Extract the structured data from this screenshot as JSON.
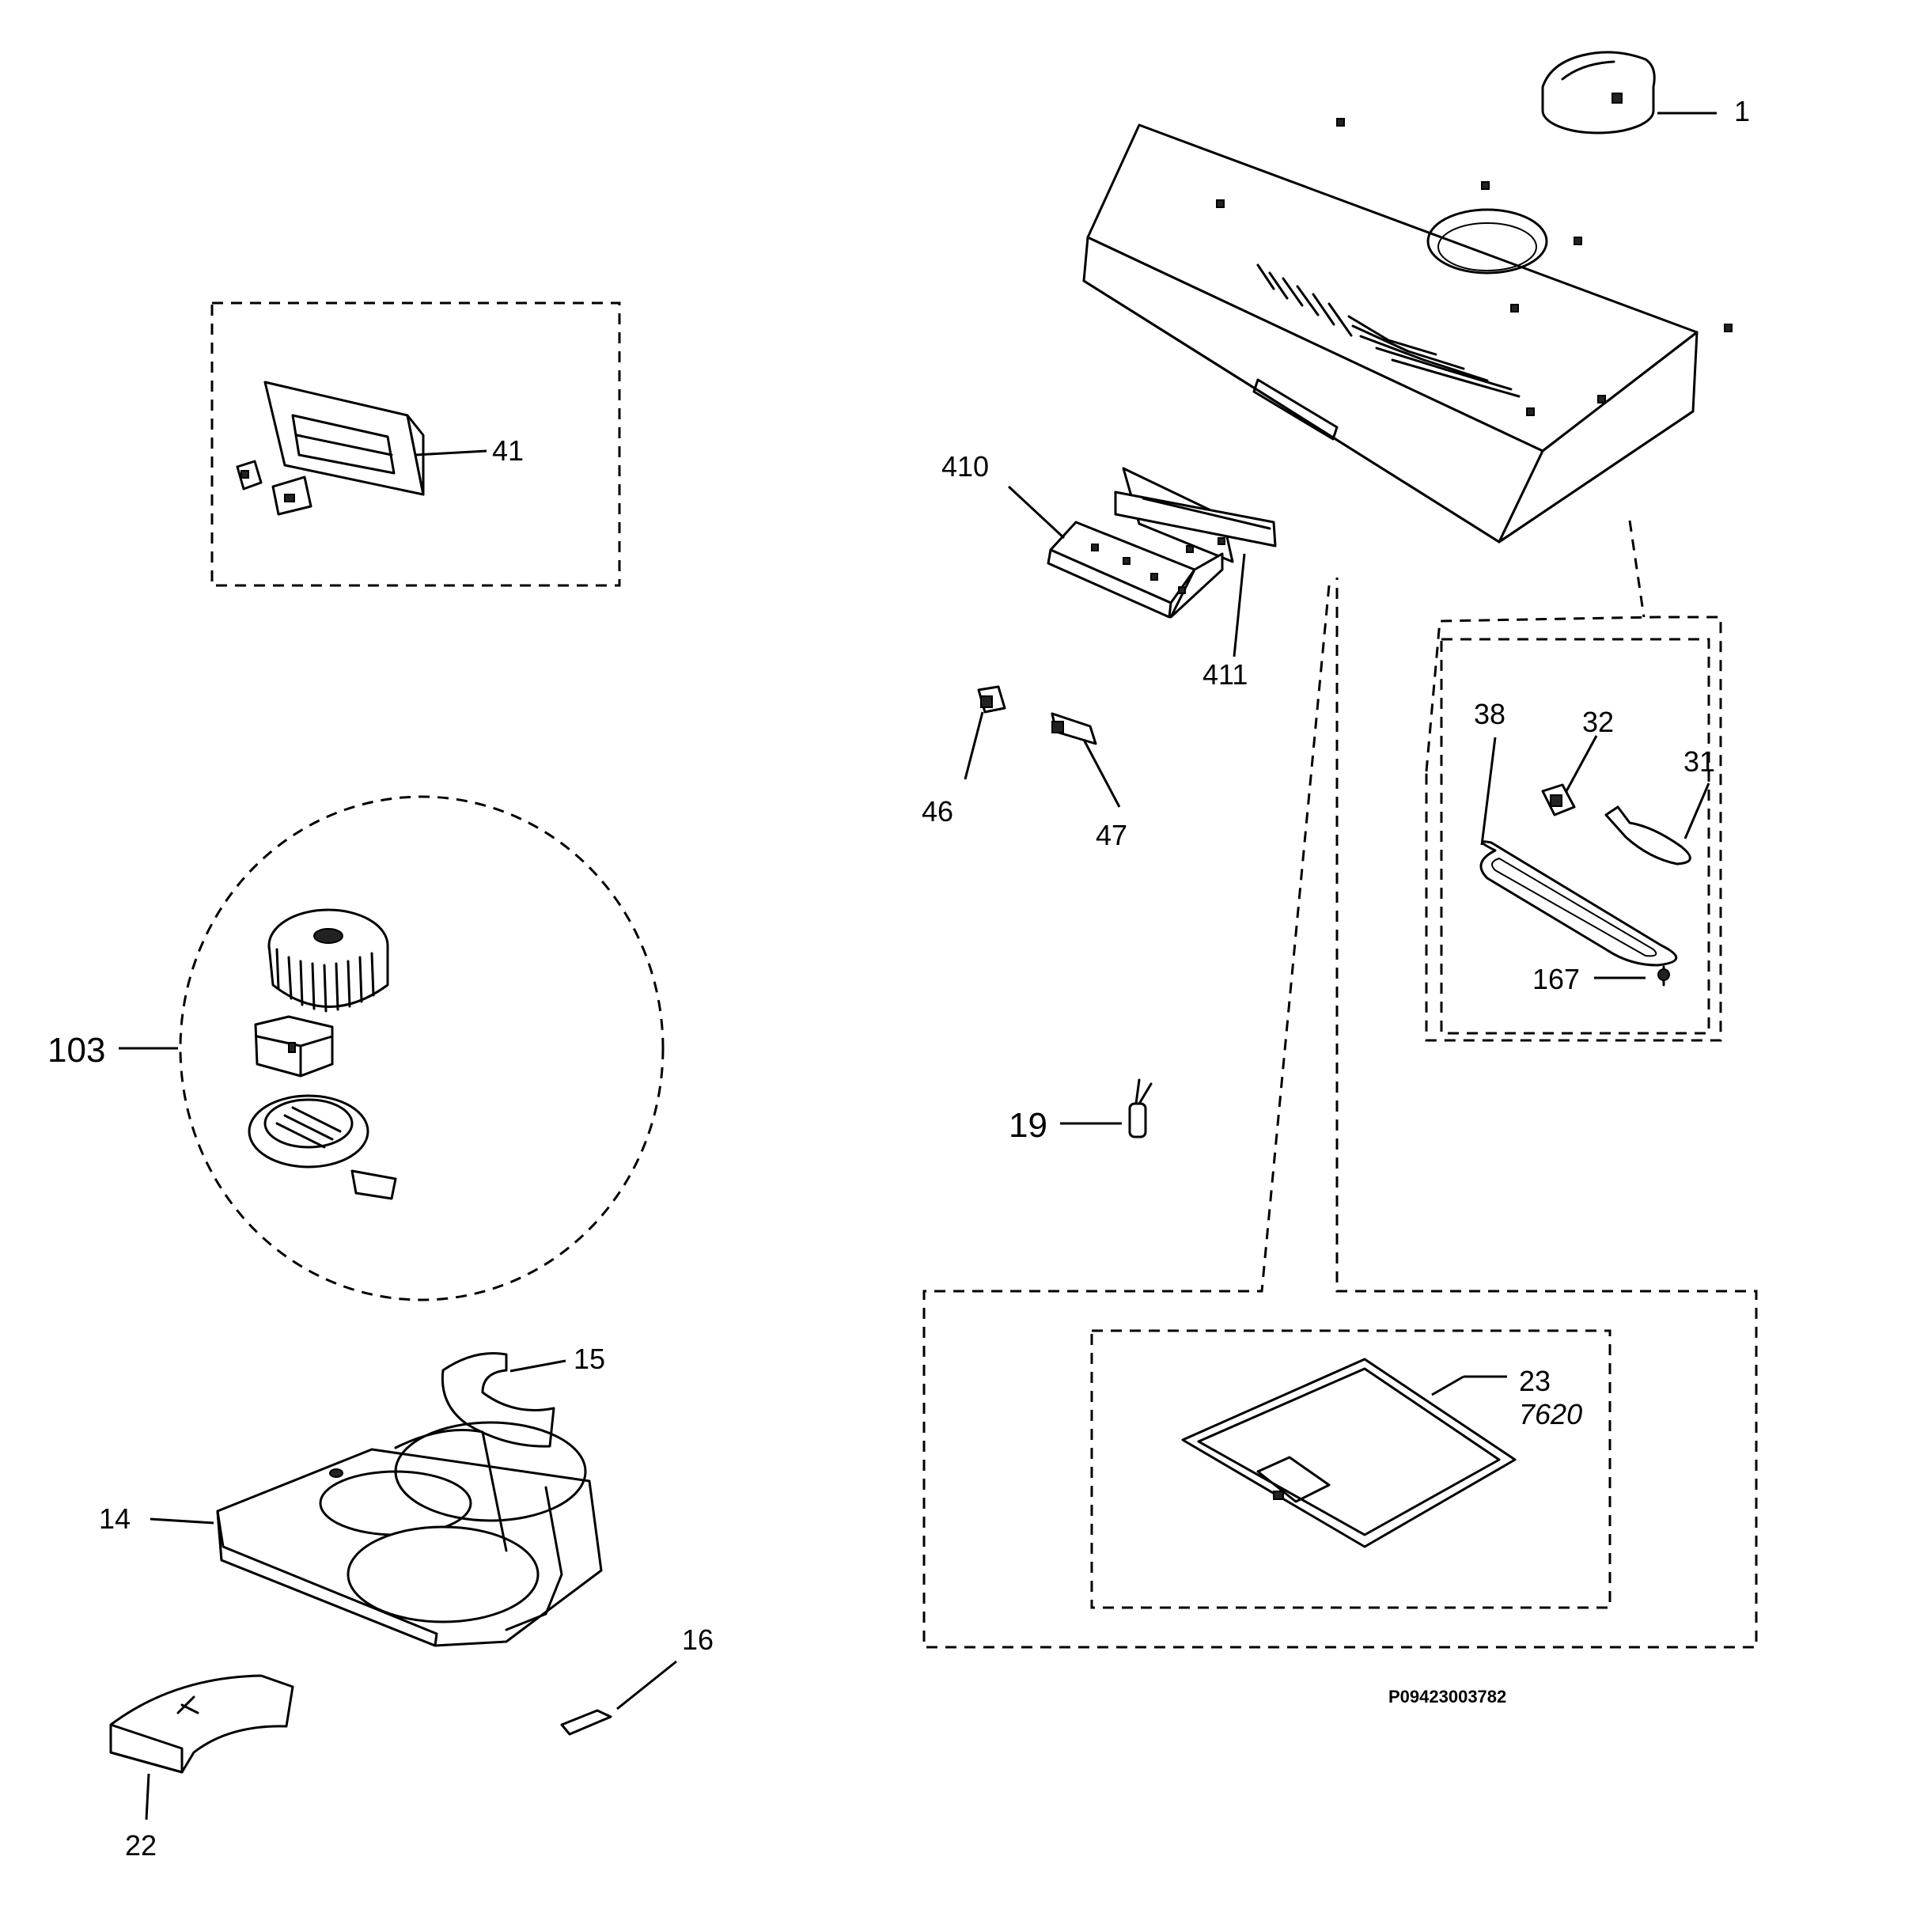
{
  "diagram_code": "P09423003782",
  "parts": [
    {
      "id": "p1",
      "label": "1"
    },
    {
      "id": "p41",
      "label": "41"
    },
    {
      "id": "p410",
      "label": "410"
    },
    {
      "id": "p411",
      "label": "411"
    },
    {
      "id": "p46",
      "label": "46"
    },
    {
      "id": "p47",
      "label": "47"
    },
    {
      "id": "p38",
      "label": "38"
    },
    {
      "id": "p32",
      "label": "32"
    },
    {
      "id": "p31",
      "label": "31"
    },
    {
      "id": "p167",
      "label": "167"
    },
    {
      "id": "p103",
      "label": "103"
    },
    {
      "id": "p19",
      "label": "19"
    },
    {
      "id": "p15",
      "label": "15"
    },
    {
      "id": "p14",
      "label": "14"
    },
    {
      "id": "p16",
      "label": "16"
    },
    {
      "id": "p22",
      "label": "22"
    },
    {
      "id": "p23",
      "label": "23",
      "sublabel": "7620"
    }
  ]
}
